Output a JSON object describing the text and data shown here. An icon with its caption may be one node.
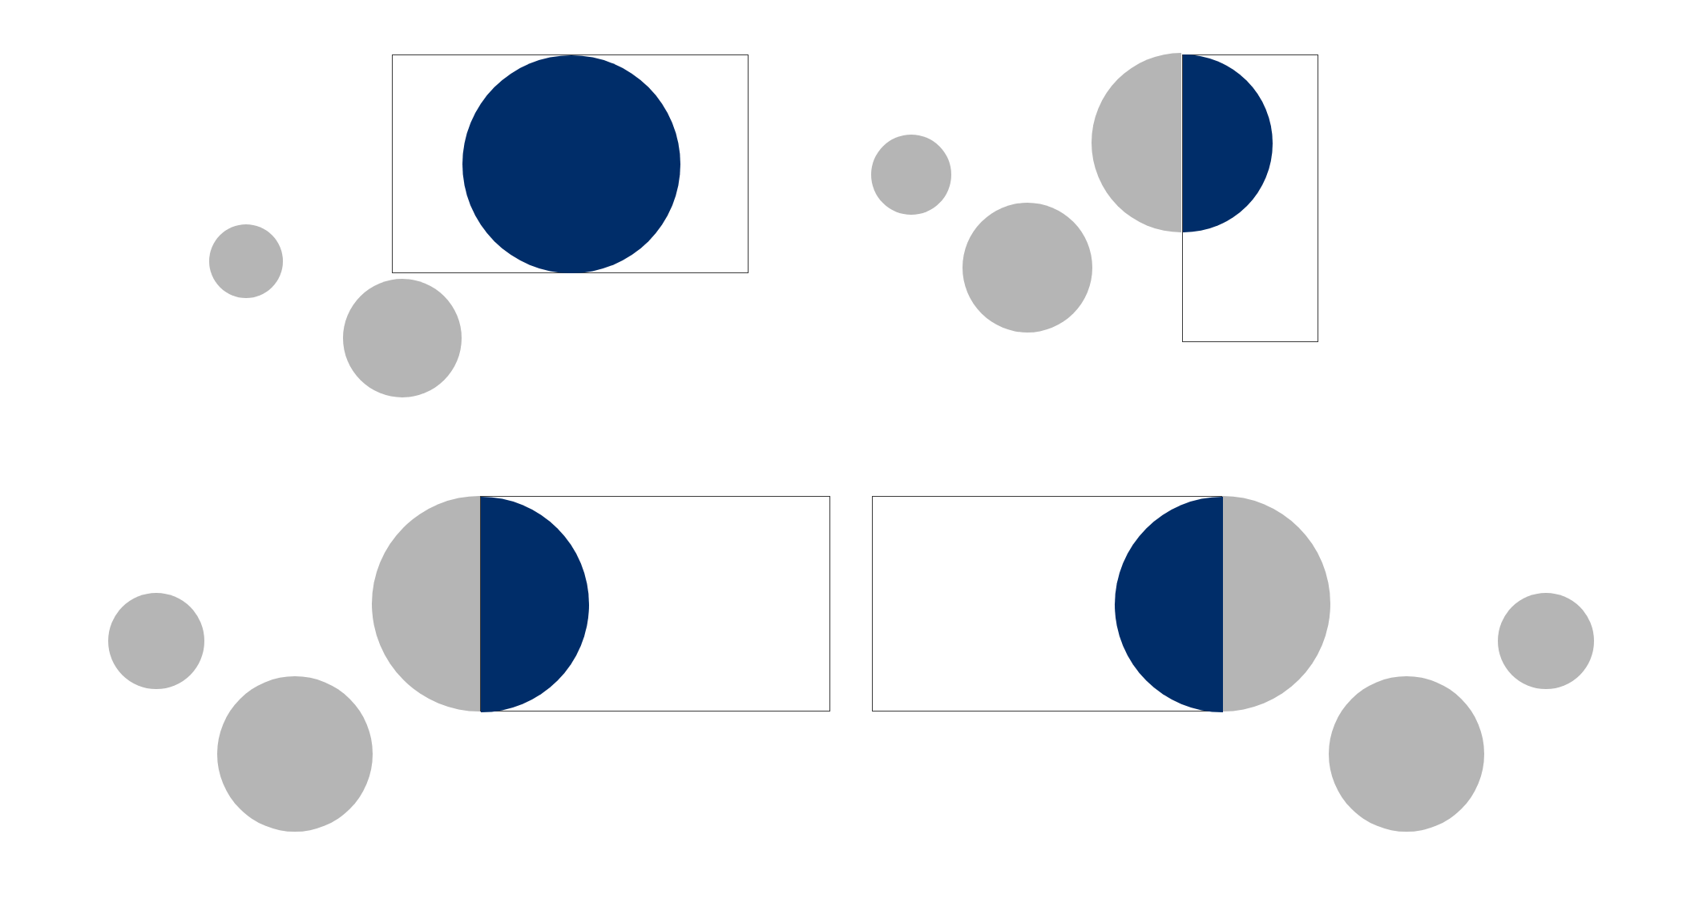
{
  "diagram": {
    "nodes": [
      {
        "text": [],
        "shape": "box"
      },
      {
        "text": [],
        "shape": "circle",
        "in": 0
      },
      {
        "text": [],
        "shape": "circle"
      },
      {
        "text": [],
        "shape": "box"
      },
      {
        "text": [],
        "shape": "semicircle"
      },
      {
        "text": [],
        "shape": "semicircle",
        "in": 3
      },
      {
        "text": [],
        "shape": "circle"
      },
      {
        "text": [],
        "shape": "circle"
      },
      {
        "text": [],
        "shape": "circle"
      },
      {
        "text": [],
        "shape": "semicircle"
      },
      {
        "text": [],
        "shape": "box"
      },
      {
        "text": [],
        "shape": "semicircle",
        "in": 10
      },
      {
        "text": [],
        "shape": "box"
      },
      {
        "text": [],
        "shape": "semicircle",
        "in": 12
      },
      {
        "text": [],
        "shape": "semicircle"
      },
      {
        "text": [],
        "shape": "circle"
      },
      {
        "text": [],
        "shape": "circle"
      },
      {
        "text": [],
        "shape": "circle"
      },
      {
        "text": [],
        "shape": "circle"
      }
    ]
  }
}
